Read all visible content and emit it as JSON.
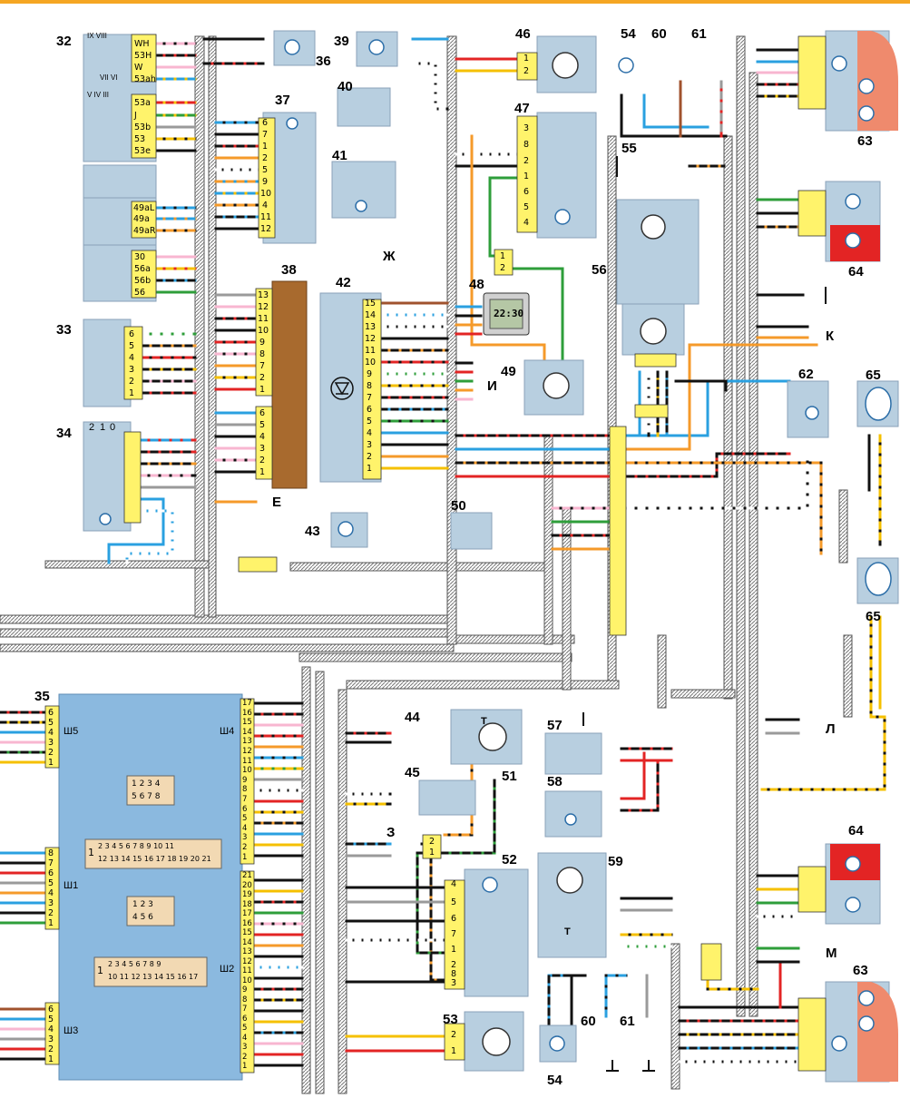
{
  "colors": {
    "accent_line": "#f5a623",
    "component_fill": "#b8cfe0",
    "connector_fill": "#fff36b",
    "board_fill": "#8bb9df",
    "relay_38": "#a86a2e",
    "lamp_red": "#e32424",
    "lamp_salmon": "#ef8a6d",
    "harness": "#9a9a9a"
  },
  "components": {
    "c32": "32",
    "c33": "33",
    "c34": "34",
    "c35": "35",
    "c36": "36",
    "c37": "37",
    "c38": "38",
    "c39": "39",
    "c40": "40",
    "c41": "41",
    "c42": "42",
    "c43": "43",
    "c44": "44",
    "c45": "45",
    "c46": "46",
    "c47": "47",
    "c48": "48",
    "c49": "49",
    "c50": "50",
    "c51": "51",
    "c52": "52",
    "c53": "53",
    "c54a": "54",
    "c54b": "54",
    "c55": "55",
    "c56": "56",
    "c57": "57",
    "c58": "58",
    "c59": "59",
    "c60a": "60",
    "c60b": "60",
    "c61a": "61",
    "c61b": "61",
    "c62": "62",
    "c63a": "63",
    "c63b": "63",
    "c64a": "64",
    "c64b": "64",
    "c65a": "65",
    "c65b": "65"
  },
  "connectors": {
    "zh": "Ж",
    "i": "И",
    "e": "Е",
    "k": "К",
    "z": "З",
    "l": "Л",
    "m": "М"
  },
  "switch32": {
    "col_headers": [
      "IX VIII",
      "V IV III",
      "VII VI"
    ],
    "pins": [
      "WH",
      "53H",
      "W",
      "53ah",
      "53a",
      "J",
      "53b",
      "53",
      "53e",
      "49aL",
      "49a",
      "49aR",
      "30",
      "56a",
      "56b",
      "56"
    ]
  },
  "switch34": {
    "positions": [
      "2",
      "1",
      "0"
    ]
  },
  "pins": {
    "p37": [
      "6",
      "7",
      "1",
      "2",
      "5",
      "9",
      "10",
      "4",
      "11",
      "12"
    ],
    "p38": [
      "13",
      "12",
      "11",
      "10",
      "9",
      "8",
      "7",
      "2",
      "1",
      "6",
      "5",
      "4",
      "3",
      "2",
      "1"
    ],
    "p42": [
      "15",
      "14",
      "13",
      "12",
      "11",
      "10",
      "9",
      "8",
      "7",
      "6",
      "5",
      "4",
      "3",
      "2",
      "1"
    ],
    "p33": [
      "6",
      "5",
      "4",
      "3",
      "2",
      "1"
    ],
    "p47": [
      "3",
      "8",
      "2",
      "1",
      "6",
      "5",
      "4"
    ],
    "p52": [
      "4",
      "5",
      "6",
      "7",
      "1",
      "2",
      "8",
      "3"
    ],
    "p46": [
      "1",
      "2"
    ],
    "p53": [
      "2",
      "1"
    ],
    "pz": [
      "2",
      "1"
    ],
    "p48c": [
      "1",
      "2"
    ]
  },
  "ecu35": {
    "sh5_label": "Ш5",
    "sh4_label": "Ш4",
    "sh1_label": "Ш1",
    "sh3_label": "Ш3",
    "sh2_label": "Ш2",
    "sh5_pins": [
      "6",
      "5",
      "4",
      "3",
      "2",
      "1"
    ],
    "sh4_pins": [
      "17",
      "16",
      "15",
      "14",
      "13",
      "12",
      "11",
      "10",
      "9",
      "8",
      "7",
      "6",
      "5",
      "4",
      "3",
      "2",
      "1"
    ],
    "sh1_pins": [
      "8",
      "7",
      "6",
      "5",
      "4",
      "3",
      "2",
      "1"
    ],
    "sh3_pins": [
      "6",
      "5",
      "4",
      "3",
      "2",
      "1"
    ],
    "sh2_pins": [
      "21",
      "20",
      "19",
      "18",
      "17",
      "16",
      "15",
      "14",
      "13",
      "12",
      "11",
      "10",
      "9",
      "8",
      "7",
      "6",
      "5",
      "4",
      "3",
      "2",
      "1"
    ],
    "block_a_row1": "1 2 3 4",
    "block_a_row2": "5 6 7 8",
    "block_b_row1": "2 3 4 5 6 7 8 9 10 11",
    "block_b_row2": "12 13 14 15 16 17 18 19 20 21",
    "block_b_first": "1",
    "block_c_row1": "1 2 3",
    "block_c_row2": "4 5 6",
    "block_d_row1": "2 3 4 5 6 7 8 9",
    "block_d_row2": "10 11 12 13 14 15 16 17",
    "block_d_first": "1"
  },
  "clock48": "22:30",
  "glyphs": {
    "ground": "⊥",
    "temp": "T"
  }
}
